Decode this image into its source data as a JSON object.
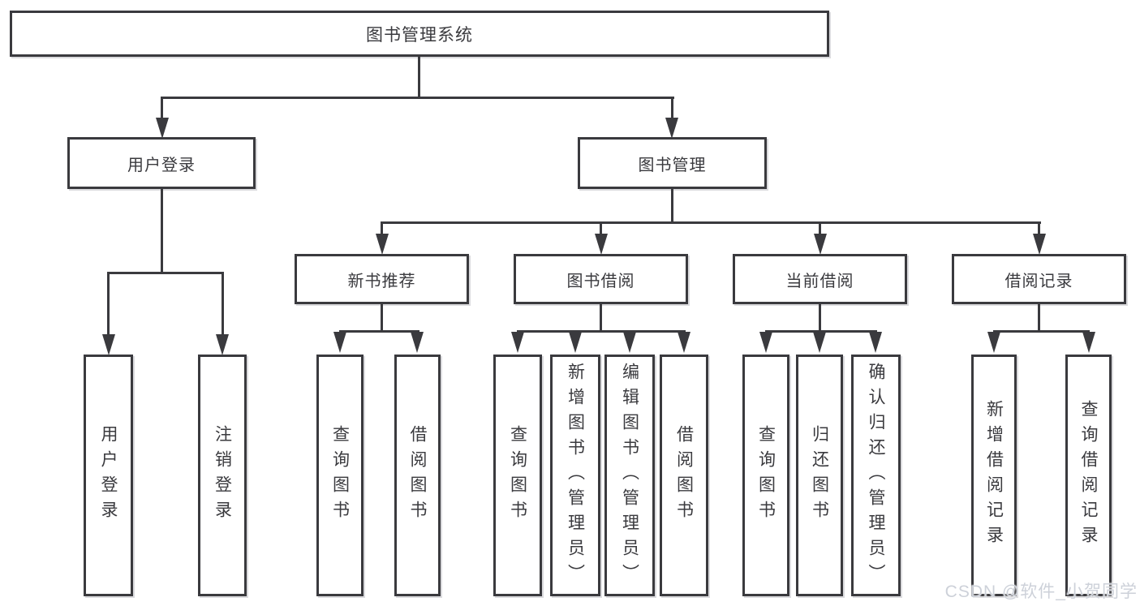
{
  "diagram": {
    "title": "图书管理系统",
    "level2": {
      "user_login": "用户登录",
      "book_management": "图书管理"
    },
    "level3": {
      "new_book_recommend": "新书推荐",
      "book_borrow": "图书借阅",
      "current_borrow": "当前借阅",
      "borrow_records": "借阅记录"
    },
    "leaves": {
      "login": [
        "用户登录",
        "注销登录"
      ],
      "recommend": [
        "查询图书",
        "借阅图书"
      ],
      "borrow": [
        "查询图书",
        "新增图书（管理员）",
        "编辑图书（管理员）",
        "借阅图书"
      ],
      "current": [
        "查询图书",
        "归还图书",
        "确认归还（管理员）"
      ],
      "records": [
        "新增借阅记录",
        "查询借阅记录"
      ]
    },
    "watermark": "CSDN @软件_小贺同学"
  },
  "colors": {
    "line": "#3a3a3e",
    "text": "#3a3a3e",
    "background": "#ffffff",
    "watermark": "#cdd1d9"
  }
}
